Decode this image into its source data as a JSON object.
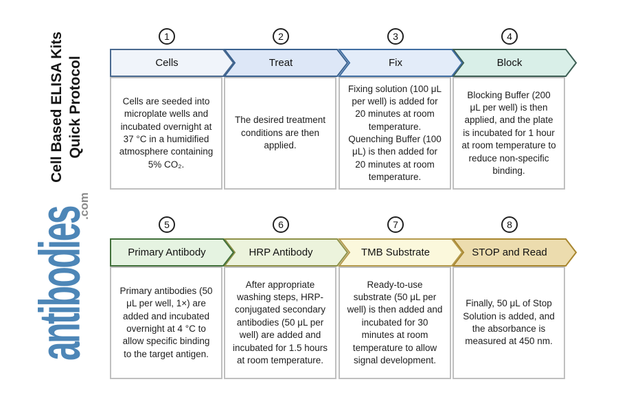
{
  "sidebar": {
    "title_line1": "Cell Based ELISA Kits",
    "title_line2": "Quick Protocol",
    "logo_text": "antibodies",
    "logo_suffix": ".com",
    "logo_color": "#4d86b7",
    "logo_suffix_color": "#8b8b8b"
  },
  "steps": [
    {
      "number": "1",
      "label": "Cells",
      "fill": "#f0f4fa",
      "border": "#49698f",
      "description": "Cells are seeded into microplate wells and incubated overnight at 37 °C in a humidified atmosphere containing 5% CO₂."
    },
    {
      "number": "2",
      "label": "Treat",
      "fill": "#dde7f7",
      "border": "#39618f",
      "description": "The desired treatment conditions are then applied."
    },
    {
      "number": "3",
      "label": "Fix",
      "fill": "#e3ecf9",
      "border": "#3f6da1",
      "description": "Fixing solution (100 μL per well) is added for 20 minutes at room temperature. Quenching Buffer (100 μL) is then added for 20 minutes at room temperature."
    },
    {
      "number": "4",
      "label": "Block",
      "fill": "#d9efe8",
      "border": "#3c5e53",
      "description": "Blocking Buffer (200 μL per well) is then applied, and the plate is incubated for 1 hour at room temperature to reduce non-specific binding."
    },
    {
      "number": "5",
      "label": "Primary Antibody",
      "fill": "#e5f3e1",
      "border": "#41703a",
      "description": "Primary antibodies (50 μL per well, 1×) are added and incubated overnight at 4 °C to allow specific binding to the target antigen."
    },
    {
      "number": "6",
      "label": "HRP Antibody",
      "fill": "#ecf3dc",
      "border": "#8e9148",
      "description": "After appropriate washing steps, HRP-conjugated secondary antibodies (50 μL per well) are added and incubated for 1.5 hours at room temperature."
    },
    {
      "number": "7",
      "label": "TMB Substrate",
      "fill": "#fbf8dc",
      "border": "#b59b4e",
      "description": "Ready-to-use substrate (50 μL per well) is then added and incubated for 30 minutes at room temperature to allow signal development."
    },
    {
      "number": "8",
      "label": "STOP and Read",
      "fill": "#ecdcae",
      "border": "#a8862f",
      "description": "Finally, 50 μL of Stop Solution is added, and the absorbance is measured at 450 nm."
    }
  ]
}
